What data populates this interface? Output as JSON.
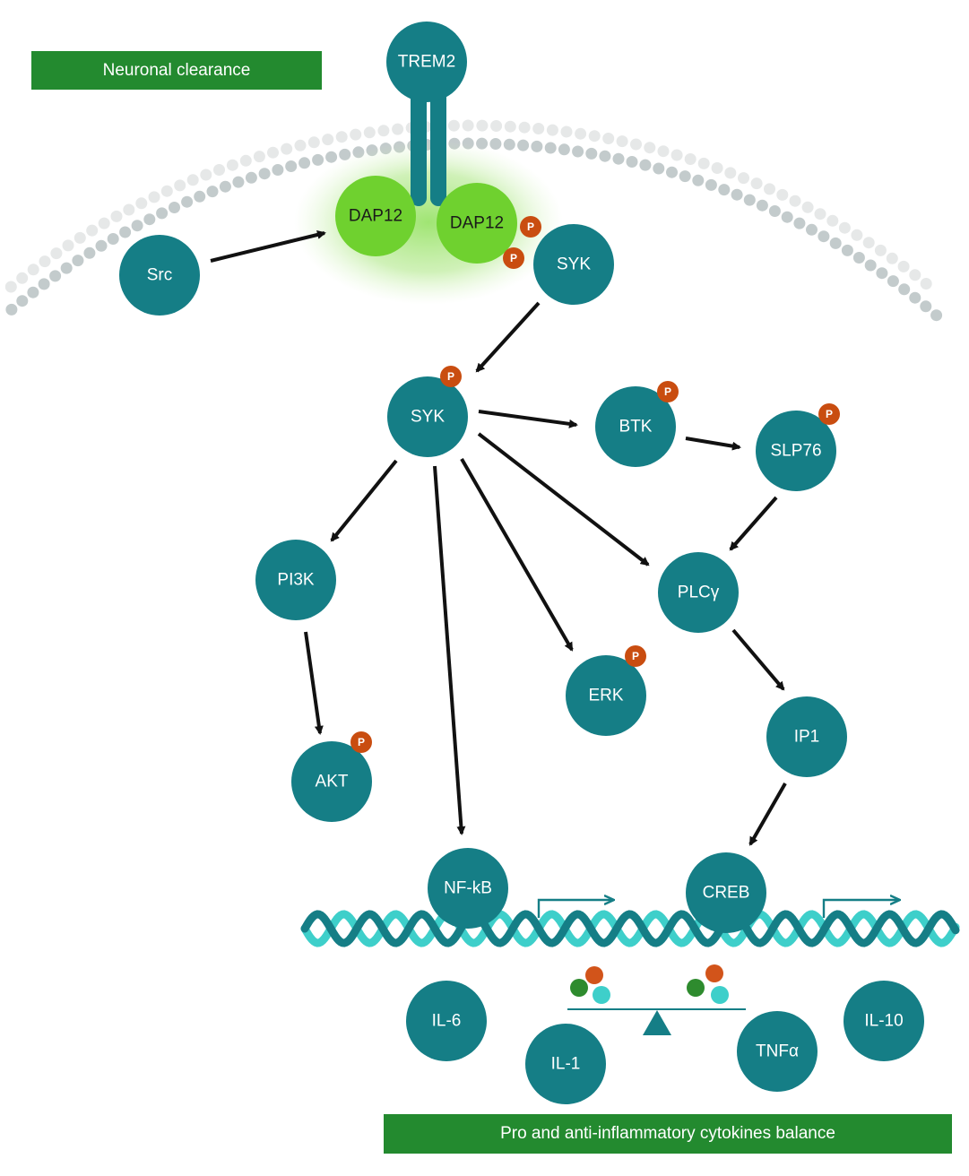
{
  "colors": {
    "node": "#157e86",
    "dap12": "#6fd12f",
    "phospho": "#c94d10",
    "banner": "#238a2f",
    "dna_dark": "#157e86",
    "dna_light": "#3ecfca",
    "membrane": "#c3cbcc",
    "dot_green": "#2e8b2e",
    "dot_orange": "#d2541a",
    "dot_cyan": "#3ecfca"
  },
  "banners": {
    "top": "Neuronal clearance",
    "bottom": "Pro and anti-inflammatory cytokines balance"
  },
  "receptor": {
    "label": "TREM2"
  },
  "adaptors": {
    "left": "DAP12",
    "right": "DAP12"
  },
  "phospho_label": "P",
  "nodes": {
    "src": "Src",
    "syk_top": "SYK",
    "syk": "SYK",
    "btk": "BTK",
    "slp76": "SLP76",
    "pi3k": "PI3K",
    "plcg": "PLCγ",
    "erk": "ERK",
    "ip1": "IP1",
    "akt": "AKT",
    "nfkb": "NF-kB",
    "creb": "CREB"
  },
  "cytokines": {
    "il6": "IL-6",
    "il1": "IL-1",
    "tnfa": "TNFα",
    "il10": "IL-10"
  }
}
